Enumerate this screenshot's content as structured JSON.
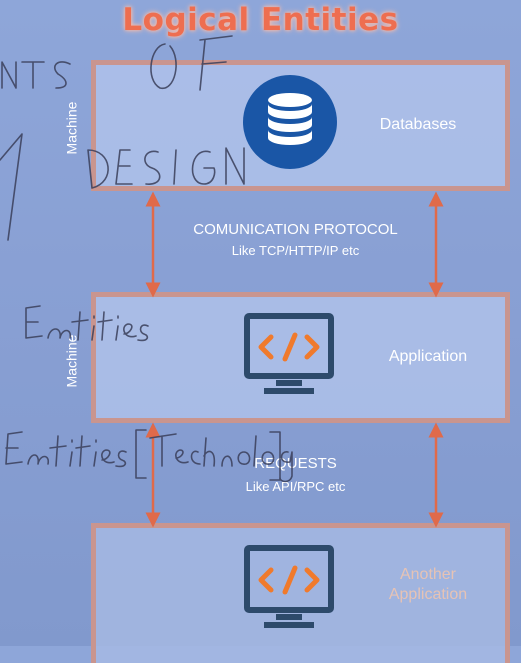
{
  "title": "Logical Entities",
  "layers": [
    {
      "label": "Databases",
      "side_label": "Machine",
      "icon": "database-icon"
    },
    {
      "label": "Application",
      "side_label": "Machine",
      "icon": "code-monitor-icon"
    },
    {
      "label": "Another\nApplication",
      "icon": "code-monitor-icon"
    }
  ],
  "connections": [
    {
      "title": "COMUNICATION PROTOCOL",
      "subtitle": "Like TCP/HTTP/IP etc"
    },
    {
      "title": "REQUESTS",
      "subtitle": "Like API/RPC etc"
    }
  ],
  "colors": {
    "title": "#ee6e50",
    "arrow": "#e06a4a",
    "box_border": "#c9958f",
    "icon_blue": "#1a56a6",
    "icon_orange": "#f07a2c",
    "monitor": "#2d4a6b"
  }
}
